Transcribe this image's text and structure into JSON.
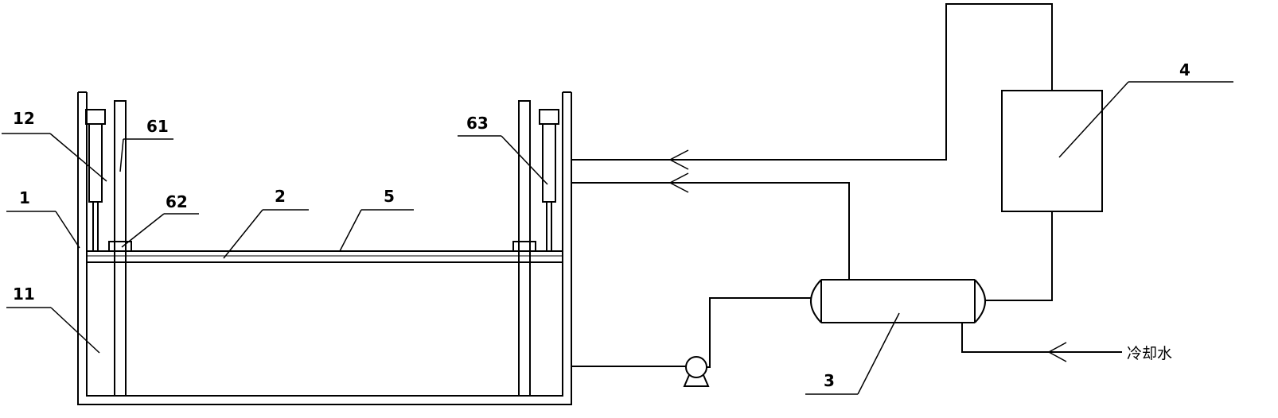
{
  "labels": {
    "tank_wall": "1",
    "plate": "2",
    "condenser": "3",
    "box": "4",
    "film": "5",
    "tank_body": "11",
    "cylinder_left": "12",
    "guide_rod": "61",
    "slider": "62",
    "cylinder_right": "63"
  },
  "cooling_water": "冷却水"
}
